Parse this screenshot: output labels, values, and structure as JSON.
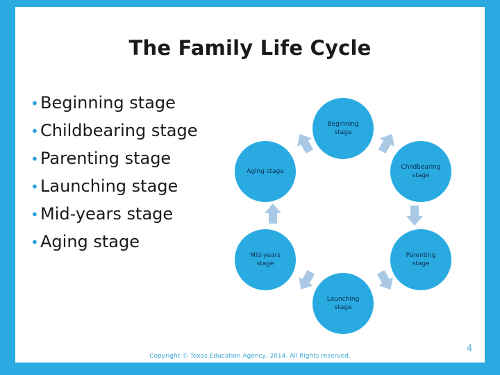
{
  "slide": {
    "title": "The Family Life Cycle",
    "border_color": "#29abe2",
    "background_color": "#ffffff",
    "page_number": "4",
    "copyright": "Copyright © Texas Education Agency, 2014. All Rights reserved."
  },
  "bullets": {
    "marker": "•",
    "items": [
      {
        "label": "Beginning stage"
      },
      {
        "label": "Childbearing stage"
      },
      {
        "label": "Parenting stage"
      },
      {
        "label": "Launching stage"
      },
      {
        "label": "Mid-years stage"
      },
      {
        "label": "Aging stage"
      }
    ]
  },
  "diagram": {
    "type": "cycle",
    "node_color": "#29abe2",
    "node_text_color": "#0d2b4a",
    "arrow_color": "#a8c8e4",
    "direction": "clockwise",
    "nodes": [
      {
        "label": "Beginning\nstage",
        "line1": "Beginning",
        "line2": "stage",
        "position": "top"
      },
      {
        "label": "Childbearing\nstage",
        "line1": "Childbearing",
        "line2": "stage",
        "position": "upper-right"
      },
      {
        "label": "Parenting\nstage",
        "line1": "Parenting",
        "line2": "stage",
        "position": "lower-right"
      },
      {
        "label": "Launching\nstage",
        "line1": "Launching",
        "line2": "stage",
        "position": "bottom"
      },
      {
        "label": "Mid-years\nstage",
        "line1": "Mid-years",
        "line2": "stage",
        "position": "lower-left"
      },
      {
        "label": "Aging stage",
        "line1": "Aging stage",
        "line2": "",
        "position": "upper-left"
      }
    ],
    "arrows": [
      {
        "from": "Beginning stage",
        "to": "Childbearing stage"
      },
      {
        "from": "Childbearing stage",
        "to": "Parenting stage"
      },
      {
        "from": "Parenting stage",
        "to": "Launching stage"
      },
      {
        "from": "Launching stage",
        "to": "Mid-years stage"
      },
      {
        "from": "Mid-years stage",
        "to": "Aging stage"
      },
      {
        "from": "Aging stage",
        "to": "Beginning stage"
      }
    ]
  }
}
